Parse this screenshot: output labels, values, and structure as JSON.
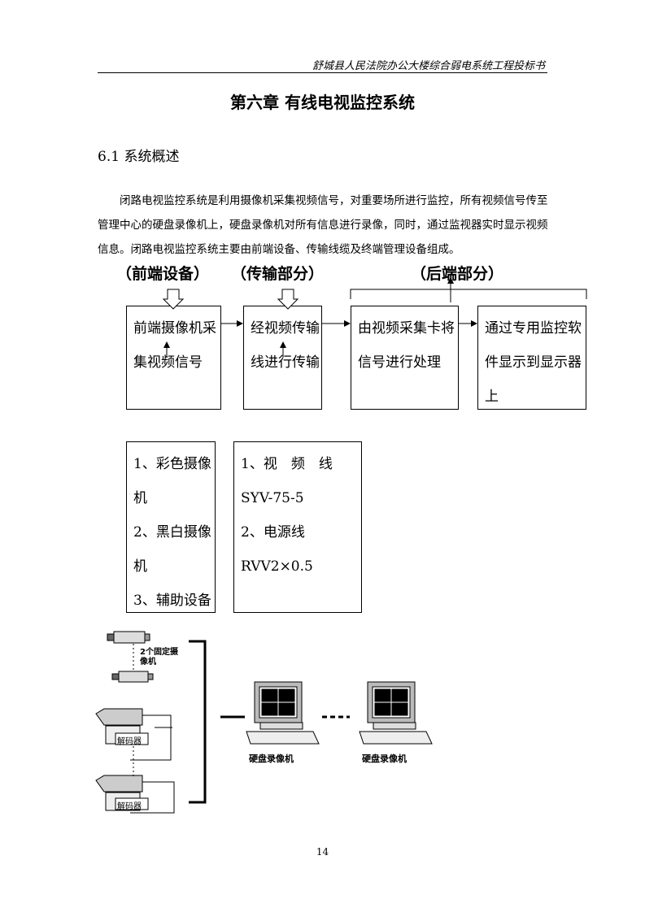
{
  "header": {
    "title": "舒城县人民法院办公大楼综合弱电系统工程投标书"
  },
  "chapter_title": "第六章 有线电视监控系统",
  "section_title": "6.1 系统概述",
  "paragraph": "闭路电视监控系统是利用摄像机采集视频信号，对重要场所进行监控，所有视频信号传至管理中心的硬盘录像机上，硬盘录像机对所有信息进行录像，同时，通过监视器实时显示视频信息。闭路电视监控系统主要由前端设备、传输线缆及终端管理设备组成。",
  "diagram": {
    "stage_labels": [
      "（前端设备）",
      "（传输部分）",
      "（后端部分）"
    ],
    "flow_boxes": [
      "前端摄像机采集视频信号",
      "经视频传输线进行传输",
      "由视频采集卡将信号进行处理",
      "通过专用监控软件显示到显示器上"
    ],
    "device_list": [
      "1、彩色摄像机",
      "2、黑白摄像机",
      "3、辅助设备"
    ],
    "cable_list": [
      "1、视　频　线 SYV-75-5",
      "2、电源线 RVV2×0.5"
    ]
  },
  "illustration": {
    "fixed_cameras_label": "2个固定摄像机",
    "decoder_label_1": "解码器",
    "decoder_label_2": "解码器",
    "recorder_label_1": "硬盘录像机",
    "recorder_label_2": "硬盘录像机"
  },
  "footer": {
    "page_number": "14"
  }
}
